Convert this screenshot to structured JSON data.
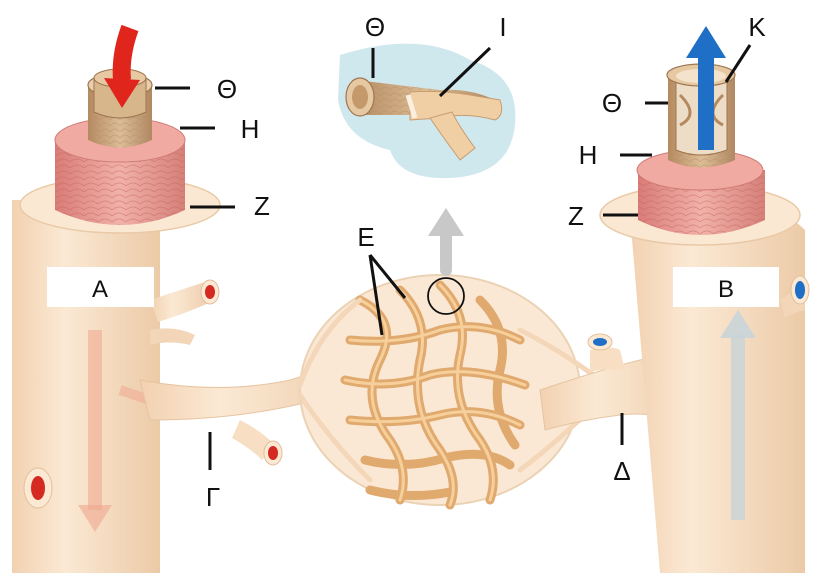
{
  "diagram": {
    "labels": {
      "artery_box": "A",
      "vein_box": "B",
      "arteriole": "Γ",
      "venule": "Δ",
      "capillaries": "E",
      "layer_outer": "Z",
      "layer_middle": "H",
      "layer_inner": "Θ",
      "inset_layer": "Θ",
      "inset_branch": "I",
      "valve": "K",
      "vein_outer": "Z",
      "vein_middle": "H",
      "vein_inner": "Θ"
    },
    "colors": {
      "vessel_fill": "#f8dfc3",
      "vessel_shadow": "#ecc59f",
      "muscle_layer": "#e99b95",
      "inner_layer": "#c9a27a",
      "capillary": "#e9b77b",
      "arrow_red": "#e0251d",
      "arrow_blue": "#1f6fc6",
      "inset_bg": "#cfe8ee"
    }
  }
}
